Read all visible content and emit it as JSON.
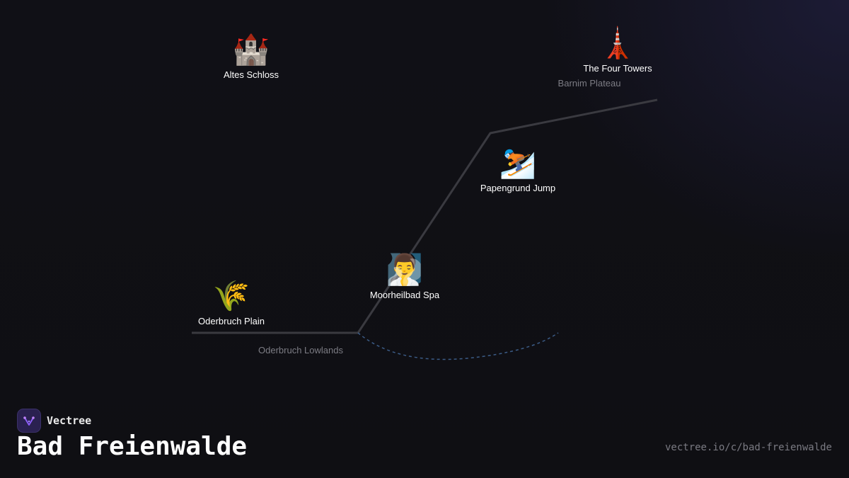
{
  "brand": {
    "name": "Vectree",
    "logo_icon": "vectree-logo-icon",
    "accent": "#8b5cf6"
  },
  "page": {
    "title": "Bad Freienwalde",
    "url": "vectree.io/c/bad-freienwalde"
  },
  "regions": [
    {
      "label": "Barnim Plateau"
    },
    {
      "label": "Oderbruch Lowlands"
    }
  ],
  "pois": [
    {
      "label": "Altes Schloss",
      "icon": "🏰",
      "icon_name": "castle-icon"
    },
    {
      "label": "The Four Towers",
      "icon": "🗼",
      "icon_name": "tower-icon"
    },
    {
      "label": "Papengrund Jump",
      "icon": "⛷️",
      "icon_name": "skier-icon"
    },
    {
      "label": "Moorheilbad Spa",
      "icon": "🧖‍♂️",
      "icon_name": "sauna-person-icon"
    },
    {
      "label": "Oderbruch Plain",
      "icon": "🌾",
      "icon_name": "wheat-icon"
    }
  ],
  "colors": {
    "path": "#3a3a40",
    "dashed_path": "#3b5b86",
    "background": "#0f0f13"
  }
}
